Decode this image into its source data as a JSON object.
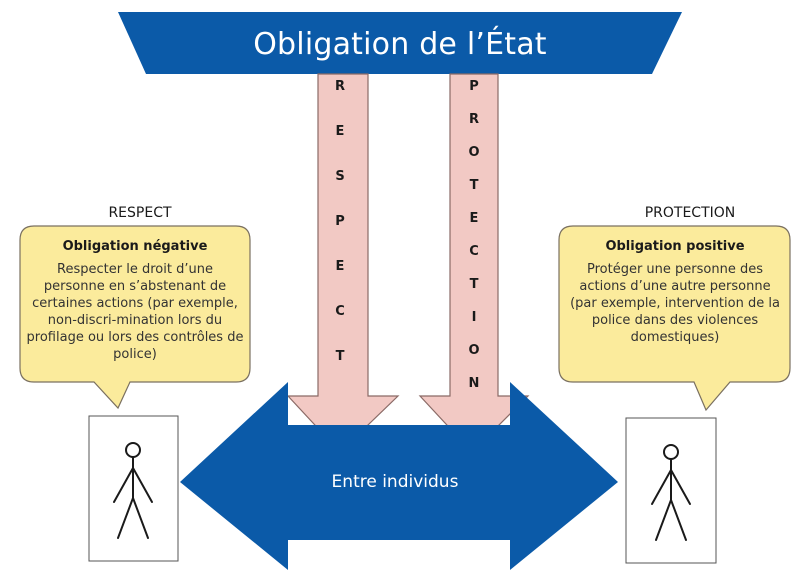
{
  "banner": {
    "title": "Obligation de l’État"
  },
  "arrows": {
    "respect_letters": [
      "R",
      "E",
      "S",
      "P",
      "E",
      "C",
      "T"
    ],
    "protection_letters": [
      "P",
      "R",
      "O",
      "T",
      "E",
      "C",
      "T",
      "I",
      "O",
      "N"
    ]
  },
  "left_panel": {
    "heading": "RESPECT",
    "bubble_title": "Obligation négative",
    "bubble_text": "Respecter le droit d’une personne en s’abstenant de certaines actions (par exemple, non-discri-mination lors du profilage ou lors des contrôles de police)"
  },
  "right_panel": {
    "heading": "PROTECTION",
    "bubble_title": "Obligation positive",
    "bubble_text": "Protéger une personne des actions d’une autre personne (par exemple, intervention de la police dans des violences domestiques)"
  },
  "center": {
    "label": "Entre individus"
  },
  "colors": {
    "banner_fill": "#0b5aa8",
    "arrow_fill": "#f2c9c4",
    "arrow_stroke": "#8a6a66",
    "bubble_fill": "#fbeb9c",
    "bubble_stroke": "#7a7060",
    "double_arrow_fill": "#0b5aa8"
  }
}
